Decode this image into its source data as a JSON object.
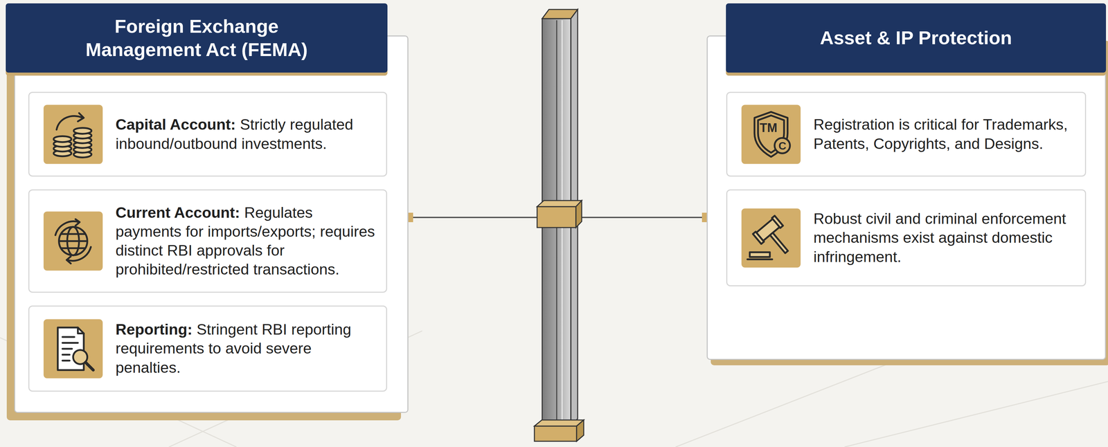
{
  "diagram": {
    "nodes": [
      {
        "text": [
          "Foreign Exchange Management Act (FEMA)"
        ]
      },
      {
        "text": [
          "Capital Account:",
          "Strictly regulated inbound/outbound investments."
        ],
        "in": 0
      },
      {
        "text": [
          "Current Account:",
          "Regulates payments for imports/exports; requires distinct RBI approvals for prohibited/restricted transactions."
        ],
        "in": 0
      },
      {
        "text": [
          "Reporting:",
          "Stringent RBI reporting requirements to avoid severe penalties."
        ],
        "in": 0
      },
      {
        "text": [
          "Asset & IP Protection"
        ]
      },
      {
        "text": [
          "Registration is critical for Trademarks, Patents, Copyrights, and Designs."
        ],
        "in": 4
      },
      {
        "text": [
          "Robust civil and criminal enforcement mechanisms exist against domestic infringement."
        ],
        "in": 4
      }
    ],
    "edges": [
      {
        "from": 0,
        "to": 4,
        "arrow": "none"
      }
    ],
    "labels": [
      "TM",
      "C"
    ]
  }
}
